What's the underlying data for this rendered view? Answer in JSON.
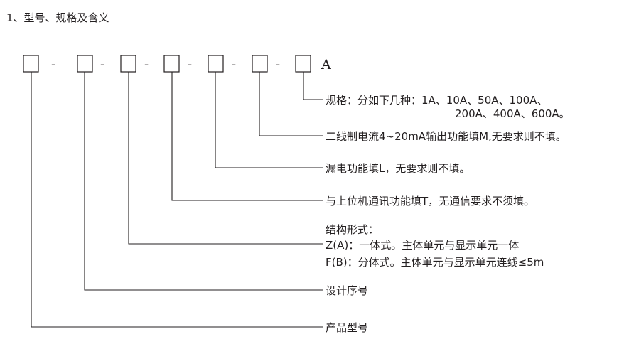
{
  "heading": "1、型号、规格及含义",
  "code": {
    "separator": "-",
    "suffix": "A"
  },
  "fields": [
    {
      "id": "spec",
      "lines": [
        "规格：分如下几种：1A、10A、50A、100A、",
        "200A、400A、600A。"
      ]
    },
    {
      "id": "output",
      "lines": [
        "二线制电流4~20mA输出功能填M,无要求则不填。"
      ]
    },
    {
      "id": "leakage",
      "lines": [
        "漏电功能填L，无要求则不填。"
      ]
    },
    {
      "id": "comm",
      "lines": [
        "与上位机通讯功能填T，无通信要求不须填。"
      ]
    },
    {
      "id": "structure",
      "lines": [
        "结构形式：",
        "Z(A)：一体式。主体单元与显示单元一体",
        "F(B)：分体式。主体单元与显示单元连线≤5m"
      ]
    },
    {
      "id": "design",
      "lines": [
        "设计序号"
      ]
    },
    {
      "id": "product",
      "lines": [
        "产品型号"
      ]
    }
  ]
}
